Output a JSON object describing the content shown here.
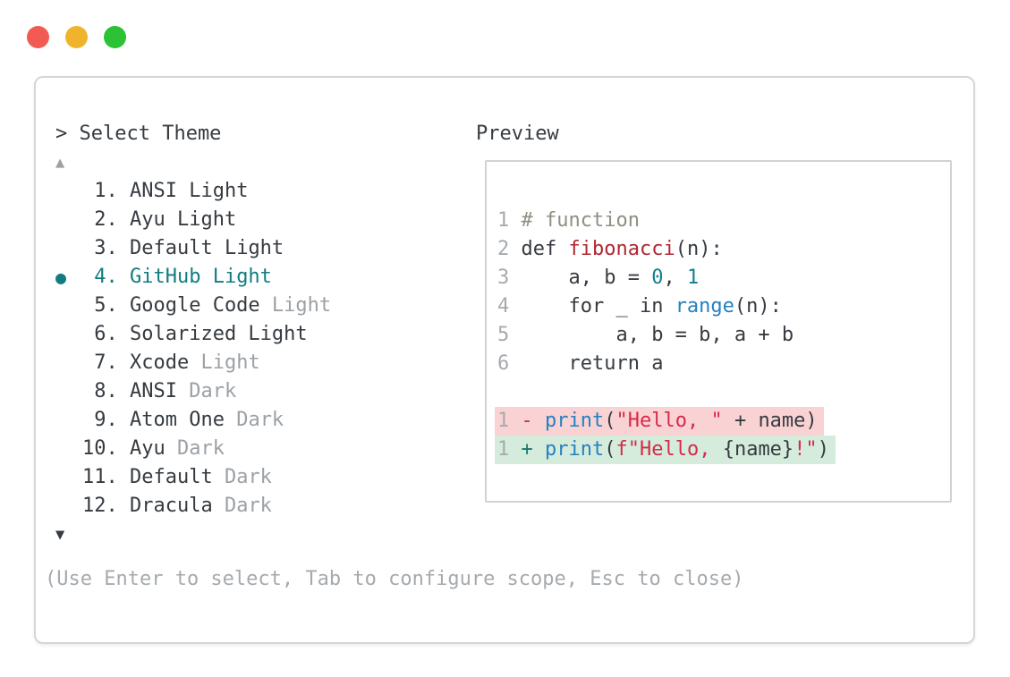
{
  "colors": {
    "ink": "#363b41",
    "muted": "#9ca1a6",
    "gray": "#a6aaae",
    "accent": "#117c80",
    "comment": "#8d9180",
    "func-red": "#b02733",
    "string-red": "#d62a4a",
    "call-blue": "#2680c2",
    "num-teal": "#12808e",
    "minus-red": "#c62f3e",
    "plus-teal": "#17796e",
    "removed-bg": "#f9d2d3",
    "added-bg": "#d5ecdc",
    "border": "#d6d6d6",
    "border2": "#d2d2d2"
  },
  "window": {
    "traffic_lights": [
      {
        "name": "close",
        "color": "#f15b53"
      },
      {
        "name": "minimize",
        "color": "#f0b42c"
      },
      {
        "name": "zoom",
        "color": "#2bc235"
      }
    ]
  },
  "theme_picker": {
    "prompt": "> Select Theme",
    "scroll_up_icon": "▲",
    "scroll_down_icon": "▼",
    "selected_marker": "●",
    "items": [
      {
        "label": " 1. ANSI",
        "suffix": " Light",
        "selected": false,
        "muted_suffix": false
      },
      {
        "label": " 2. Ayu",
        "suffix": " Light",
        "selected": false,
        "muted_suffix": false
      },
      {
        "label": " 3. Default",
        "suffix": " Light",
        "selected": false,
        "muted_suffix": false
      },
      {
        "label": " 4. GitHub",
        "suffix": " Light",
        "selected": true,
        "muted_suffix": false
      },
      {
        "label": " 5. Google Code",
        "suffix": " Light",
        "selected": false,
        "muted_suffix": true
      },
      {
        "label": " 6. Solarized",
        "suffix": " Light",
        "selected": false,
        "muted_suffix": false
      },
      {
        "label": " 7. Xcode",
        "suffix": " Light",
        "selected": false,
        "muted_suffix": true
      },
      {
        "label": " 8. ANSI",
        "suffix": " Dark",
        "selected": false,
        "muted_suffix": true
      },
      {
        "label": " 9. Atom One",
        "suffix": " Dark",
        "selected": false,
        "muted_suffix": true
      },
      {
        "label": "10. Ayu",
        "suffix": " Dark",
        "selected": false,
        "muted_suffix": true
      },
      {
        "label": "11. Default",
        "suffix": " Dark",
        "selected": false,
        "muted_suffix": true
      },
      {
        "label": "12. Dracula",
        "suffix": " Dark",
        "selected": false,
        "muted_suffix": true
      }
    ],
    "footer_hint": "(Use Enter to select, Tab to configure scope, Esc to close)"
  },
  "preview": {
    "title": "Preview",
    "lines": [
      {
        "num": "1",
        "tokens": [
          {
            "t": "# function",
            "c": "comment"
          }
        ]
      },
      {
        "num": "2",
        "tokens": [
          {
            "t": "def ",
            "c": "text"
          },
          {
            "t": "fibonacci",
            "c": "red"
          },
          {
            "t": "(n):",
            "c": "text"
          }
        ]
      },
      {
        "num": "3",
        "tokens": [
          {
            "t": "    a, b = ",
            "c": "text"
          },
          {
            "t": "0",
            "c": "teal"
          },
          {
            "t": ", ",
            "c": "text"
          },
          {
            "t": "1",
            "c": "teal"
          }
        ]
      },
      {
        "num": "4",
        "tokens": [
          {
            "t": "    for _ in ",
            "c": "text"
          },
          {
            "t": "range",
            "c": "blue"
          },
          {
            "t": "(n):",
            "c": "text"
          }
        ]
      },
      {
        "num": "5",
        "tokens": [
          {
            "t": "        a, b = b, a + b",
            "c": "text"
          }
        ]
      },
      {
        "num": "6",
        "tokens": [
          {
            "t": "    return a",
            "c": "text"
          }
        ]
      },
      {
        "blank": true
      },
      {
        "num": "1",
        "sign": "-",
        "sign_color": "minus",
        "bg": "removed-bg",
        "tokens": [
          {
            "t": "print",
            "c": "blue"
          },
          {
            "t": "(",
            "c": "text"
          },
          {
            "t": "\"Hello, \"",
            "c": "crimson"
          },
          {
            "t": " + name)",
            "c": "text"
          }
        ]
      },
      {
        "num": "1",
        "sign": "+",
        "sign_color": "plus",
        "bg": "added-bg",
        "tokens": [
          {
            "t": "print",
            "c": "blue"
          },
          {
            "t": "(",
            "c": "text"
          },
          {
            "t": "f\"Hello, ",
            "c": "crimson"
          },
          {
            "t": "{name}",
            "c": "text"
          },
          {
            "t": "!\"",
            "c": "crimson"
          },
          {
            "t": ")",
            "c": "text"
          }
        ]
      }
    ]
  }
}
